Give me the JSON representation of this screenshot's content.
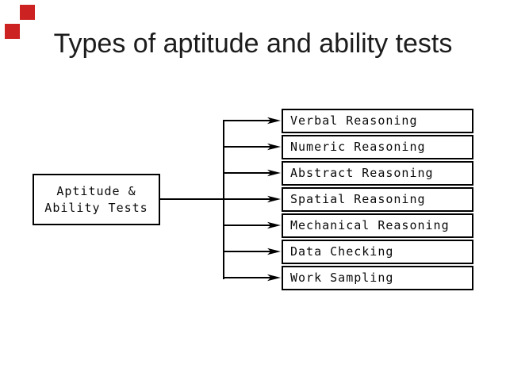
{
  "slide": {
    "title": "Types of aptitude and ability tests",
    "background_color": "#ffffff",
    "title_color": "#1c1c1c",
    "line_color": "#000000"
  },
  "decorations": {
    "red_square_color": "#cc2222"
  },
  "diagram": {
    "root": {
      "line1": "Aptitude &",
      "line2": "Ability Tests"
    },
    "children": [
      "Verbal Reasoning",
      "Numeric Reasoning",
      "Abstract Reasoning",
      "Spatial Reasoning",
      "Mechanical Reasoning",
      "Data Checking",
      "Work Sampling"
    ]
  }
}
